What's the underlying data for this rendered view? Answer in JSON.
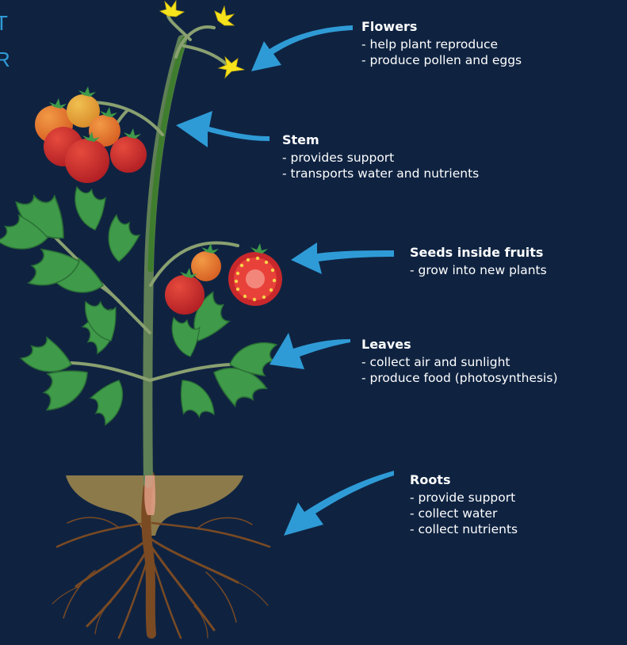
{
  "title": {
    "line1": "T",
    "line2": "R"
  },
  "colors": {
    "background": "#0f2341",
    "arrow": "#2f9bd6",
    "title": "#2f9bd6",
    "stem": "#4f8a35",
    "leaf": "#3f9a4a",
    "soil": "#8c7a4a",
    "root": "#7a4a23",
    "tomato_red": "#c8282b",
    "tomato_orange": "#e2742d",
    "flower": "#f6e31c"
  },
  "callouts": [
    {
      "heading": "Flowers",
      "items": [
        "help plant reproduce",
        "produce pollen and eggs"
      ]
    },
    {
      "heading": "Stem",
      "items": [
        "provides support",
        "transports water and nutrients"
      ]
    },
    {
      "heading": "Seeds inside fruits",
      "items": [
        "grow into new plants"
      ]
    },
    {
      "heading": "Leaves",
      "items": [
        "collect air and sunlight",
        "produce food (photosynthesis)"
      ]
    },
    {
      "heading": "Roots",
      "items": [
        "provide support",
        "collect water",
        "collect nutrients"
      ]
    }
  ]
}
